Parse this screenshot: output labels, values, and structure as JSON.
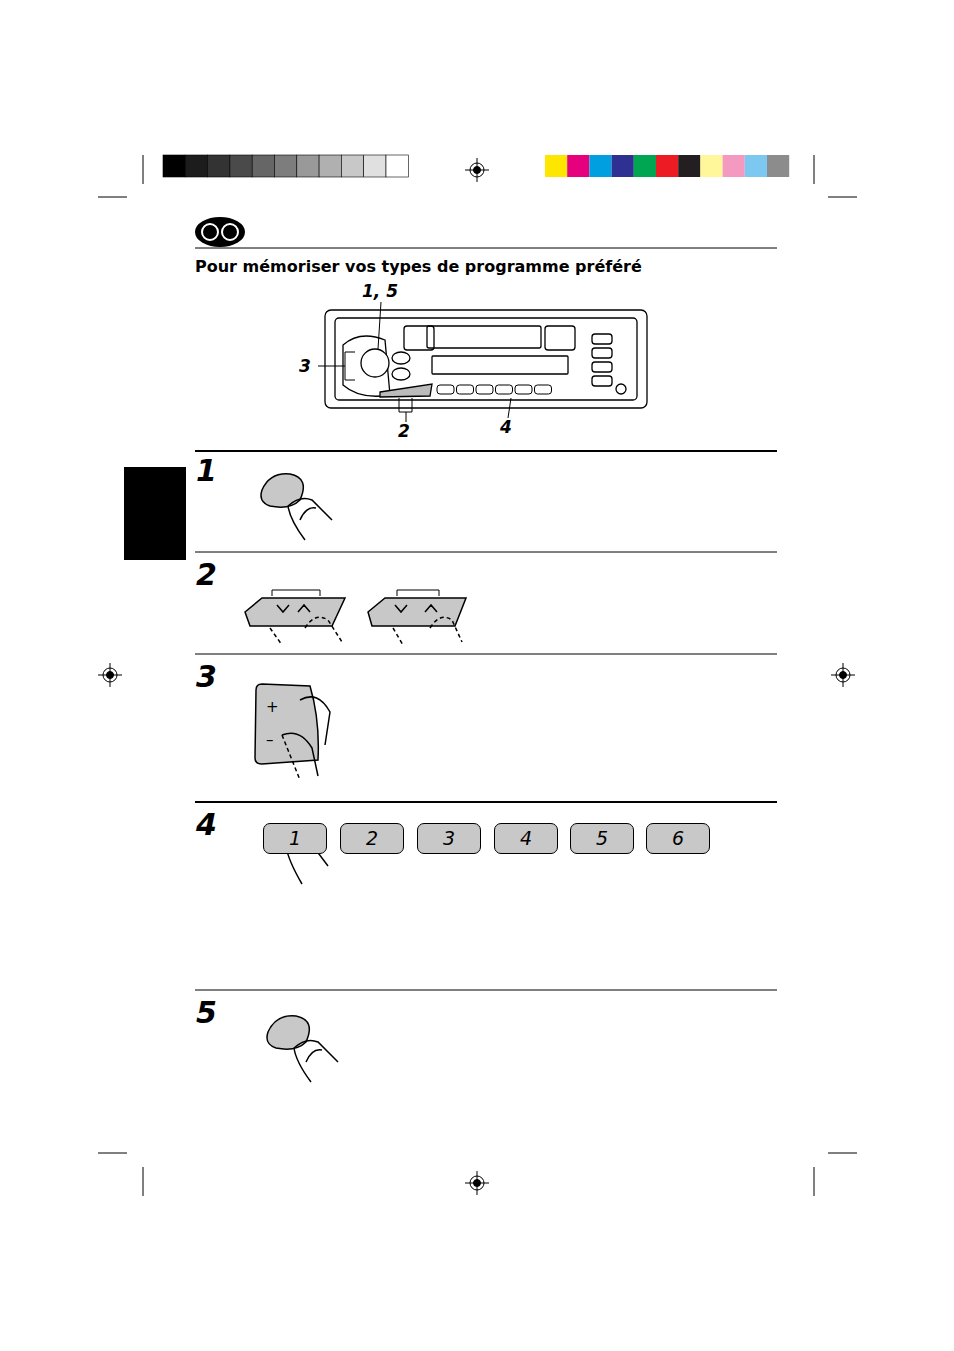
{
  "diagram": {
    "title": "Pour mémoriser vos types de programme préféré",
    "nodes": [
      {
        "text": [
          "1"
        ]
      },
      {
        "text": [
          "2"
        ]
      },
      {
        "text": [
          "3"
        ]
      },
      {
        "text": [
          "4"
        ]
      },
      {
        "text": [
          "5"
        ]
      },
      {
        "text": [
          "6"
        ]
      }
    ],
    "labels": [
      "1, 5",
      "3",
      "2",
      "4",
      "1",
      "2",
      "3",
      "4",
      "5",
      "+",
      "–"
    ]
  }
}
